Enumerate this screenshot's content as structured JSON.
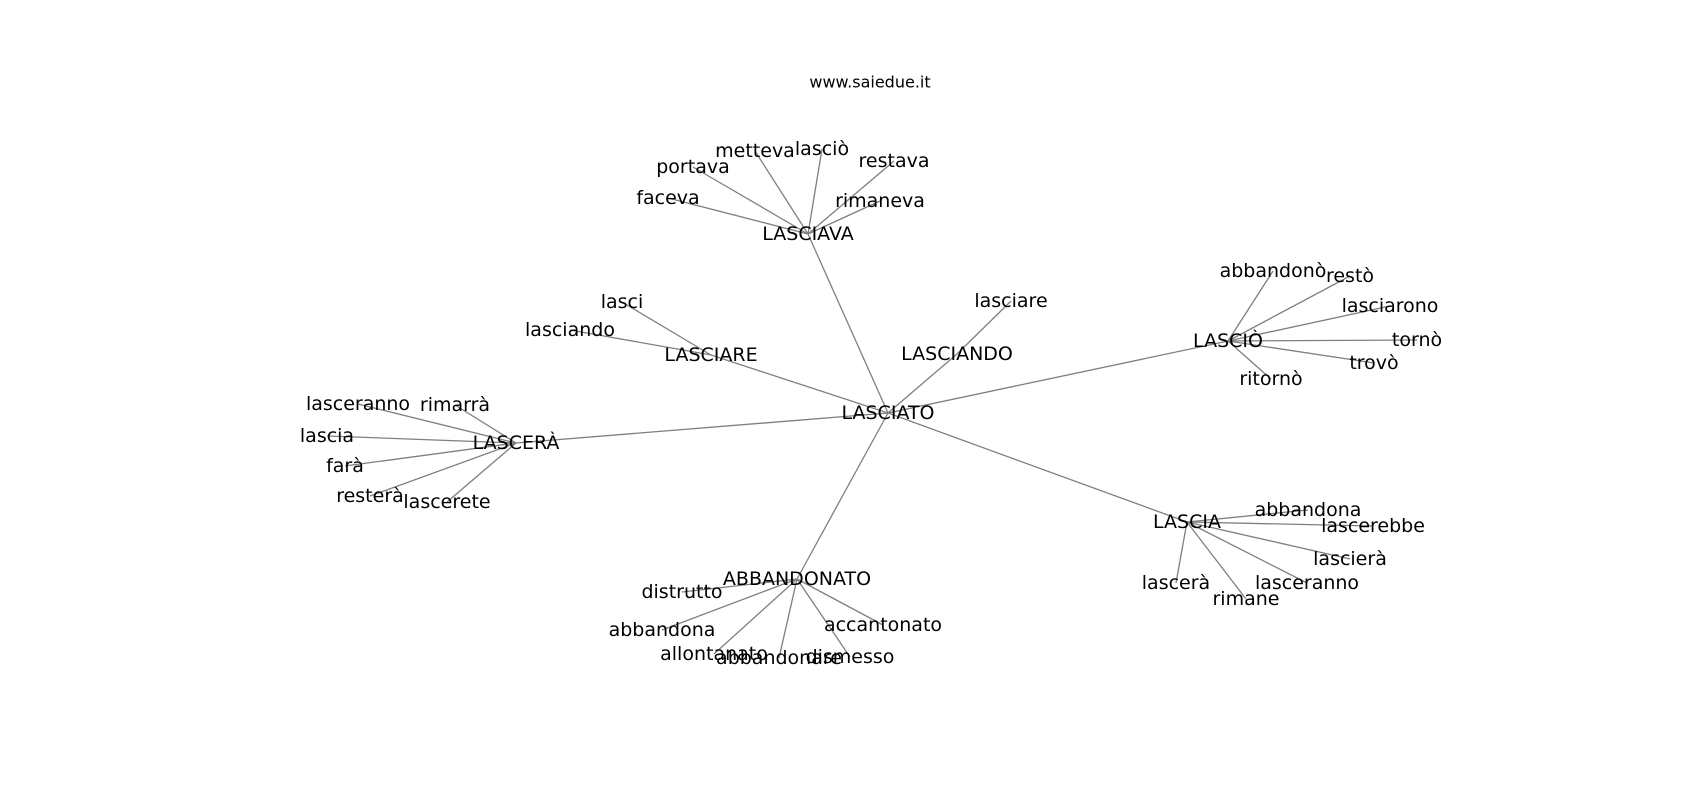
{
  "title": "www.saiedue.it",
  "center": {
    "id": "lasciato",
    "label": "LASCIATO"
  },
  "clusters": [
    {
      "id": "lasciava",
      "label": "LASCIAVA",
      "leaves": [
        {
          "id": "faceva",
          "label": "faceva"
        },
        {
          "id": "portava",
          "label": "portava"
        },
        {
          "id": "metteva",
          "label": "metteva"
        },
        {
          "id": "lascio-small",
          "label": "lasciò"
        },
        {
          "id": "restava",
          "label": "restava"
        },
        {
          "id": "rimaneva",
          "label": "rimaneva"
        }
      ]
    },
    {
      "id": "lasciare",
      "label": "LASCIARE",
      "leaves": [
        {
          "id": "lasci",
          "label": "lasci"
        },
        {
          "id": "lasciando-small",
          "label": "lasciando"
        }
      ]
    },
    {
      "id": "lasciando",
      "label": "LASCIANDO",
      "leaves": [
        {
          "id": "lasciare-small",
          "label": "lasciare"
        }
      ]
    },
    {
      "id": "lascio",
      "label": "LASCIÒ",
      "leaves": [
        {
          "id": "abbandono",
          "label": "abbandonò"
        },
        {
          "id": "resto",
          "label": "restò"
        },
        {
          "id": "lasciarono",
          "label": "lasciarono"
        },
        {
          "id": "torno",
          "label": "tornò"
        },
        {
          "id": "trovo",
          "label": "trovò"
        },
        {
          "id": "ritorno",
          "label": "ritornò"
        }
      ]
    },
    {
      "id": "lascera",
      "label": "LASCERÀ",
      "leaves": [
        {
          "id": "lasceranno-a",
          "label": "lasceranno"
        },
        {
          "id": "rimarra",
          "label": "rimarrà"
        },
        {
          "id": "lascia-small",
          "label": "lascia"
        },
        {
          "id": "fara",
          "label": "farà"
        },
        {
          "id": "restera",
          "label": "resterà"
        },
        {
          "id": "lascerete",
          "label": "lascerete"
        }
      ]
    },
    {
      "id": "lascia",
      "label": "LASCIA",
      "leaves": [
        {
          "id": "abbandona-a",
          "label": "abbandona"
        },
        {
          "id": "lascerebbe",
          "label": "lascerebbe"
        },
        {
          "id": "lascierà",
          "label": "lascierà"
        },
        {
          "id": "lasceranno-b",
          "label": "lasceranno"
        },
        {
          "id": "rimane",
          "label": "rimane"
        },
        {
          "id": "lascera-small",
          "label": "lascerà"
        }
      ]
    },
    {
      "id": "abbandonato",
      "label": "ABBANDONATO",
      "leaves": [
        {
          "id": "distrutto",
          "label": "distrutto"
        },
        {
          "id": "abbandona-b",
          "label": "abbandona"
        },
        {
          "id": "allontanato",
          "label": "allontanato"
        },
        {
          "id": "abbandonare",
          "label": "abbandonare"
        },
        {
          "id": "dismesso",
          "label": "dismesso"
        },
        {
          "id": "accantonato",
          "label": "accantonato"
        }
      ]
    }
  ]
}
